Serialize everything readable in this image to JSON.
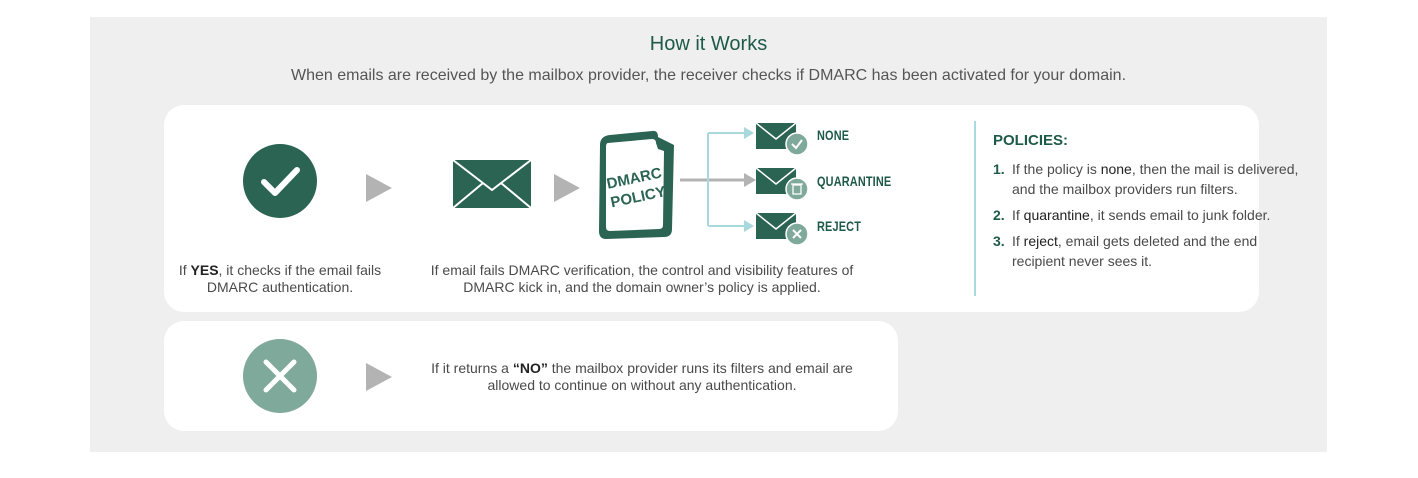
{
  "header": {
    "title": "How it Works",
    "subtitle": "When emails are received by the mailbox provider, the receiver checks if DMARC has been activated for your domain."
  },
  "yes_path": {
    "caption_pre": "If ",
    "caption_bold": "YES",
    "caption_post": ", it checks if the email fails DMARC authentication.",
    "icon": "check-circle-icon"
  },
  "dmarc_flow": {
    "caption": "If email fails DMARC verification, the control and visibility features of DMARC kick in, and the domain owner’s policy is applied.",
    "document_line1": "DMARC",
    "document_line2": "POLICY",
    "outcomes": [
      "NONE",
      "QUARANTINE",
      "REJECT"
    ]
  },
  "policies": {
    "title": "POLICIES:",
    "items": [
      {
        "num": "1.",
        "pre": "If the policy is ",
        "bold": "none",
        "post": ", then the mail is delivered, and the mailbox providers run filters."
      },
      {
        "num": "2.",
        "pre": "If ",
        "bold": "quarantine",
        "post": ", it sends email to junk folder."
      },
      {
        "num": "3.",
        "pre": "If ",
        "bold": "reject",
        "post": ", email gets deleted and the end recipient never sees it."
      }
    ]
  },
  "no_path": {
    "caption_pre": "If it returns a ",
    "caption_bold": "“NO”",
    "caption_post": " the mailbox provider runs its filters and email are allowed to continue on without any authentication.",
    "icon": "x-circle-icon"
  },
  "colors": {
    "dark_green": "#2b6453",
    "light_green": "#7fa99b",
    "panel_bg": "#efefef",
    "arrow_gray": "#b3b3b3",
    "branch_cyan": "#a9d8dd"
  }
}
